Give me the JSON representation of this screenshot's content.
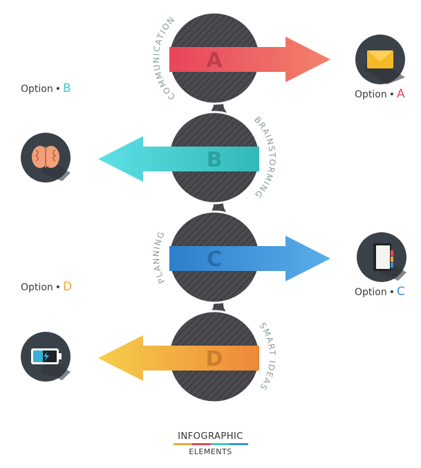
{
  "steps": [
    {
      "letter": "A",
      "word": "COMMUNICATION",
      "option_text": "Option",
      "dot": "•",
      "color": "#e8455c",
      "icon": "envelope-icon"
    },
    {
      "letter": "B",
      "word": "BRAINSTORMING",
      "option_text": "Option",
      "dot": "•",
      "color": "#3ec8c8",
      "icon": "brain-icon"
    },
    {
      "letter": "C",
      "word": "PLANNING",
      "option_text": "Option",
      "dot": "•",
      "color": "#3a8fd6",
      "icon": "notebook-icon"
    },
    {
      "letter": "D",
      "word": "SMART IDEAS",
      "option_text": "Option",
      "dot": "•",
      "color": "#f0a53a",
      "icon": "battery-icon"
    }
  ],
  "footer": {
    "line1": "INFOGRAPHIC",
    "line2": "ELEMENTS"
  }
}
